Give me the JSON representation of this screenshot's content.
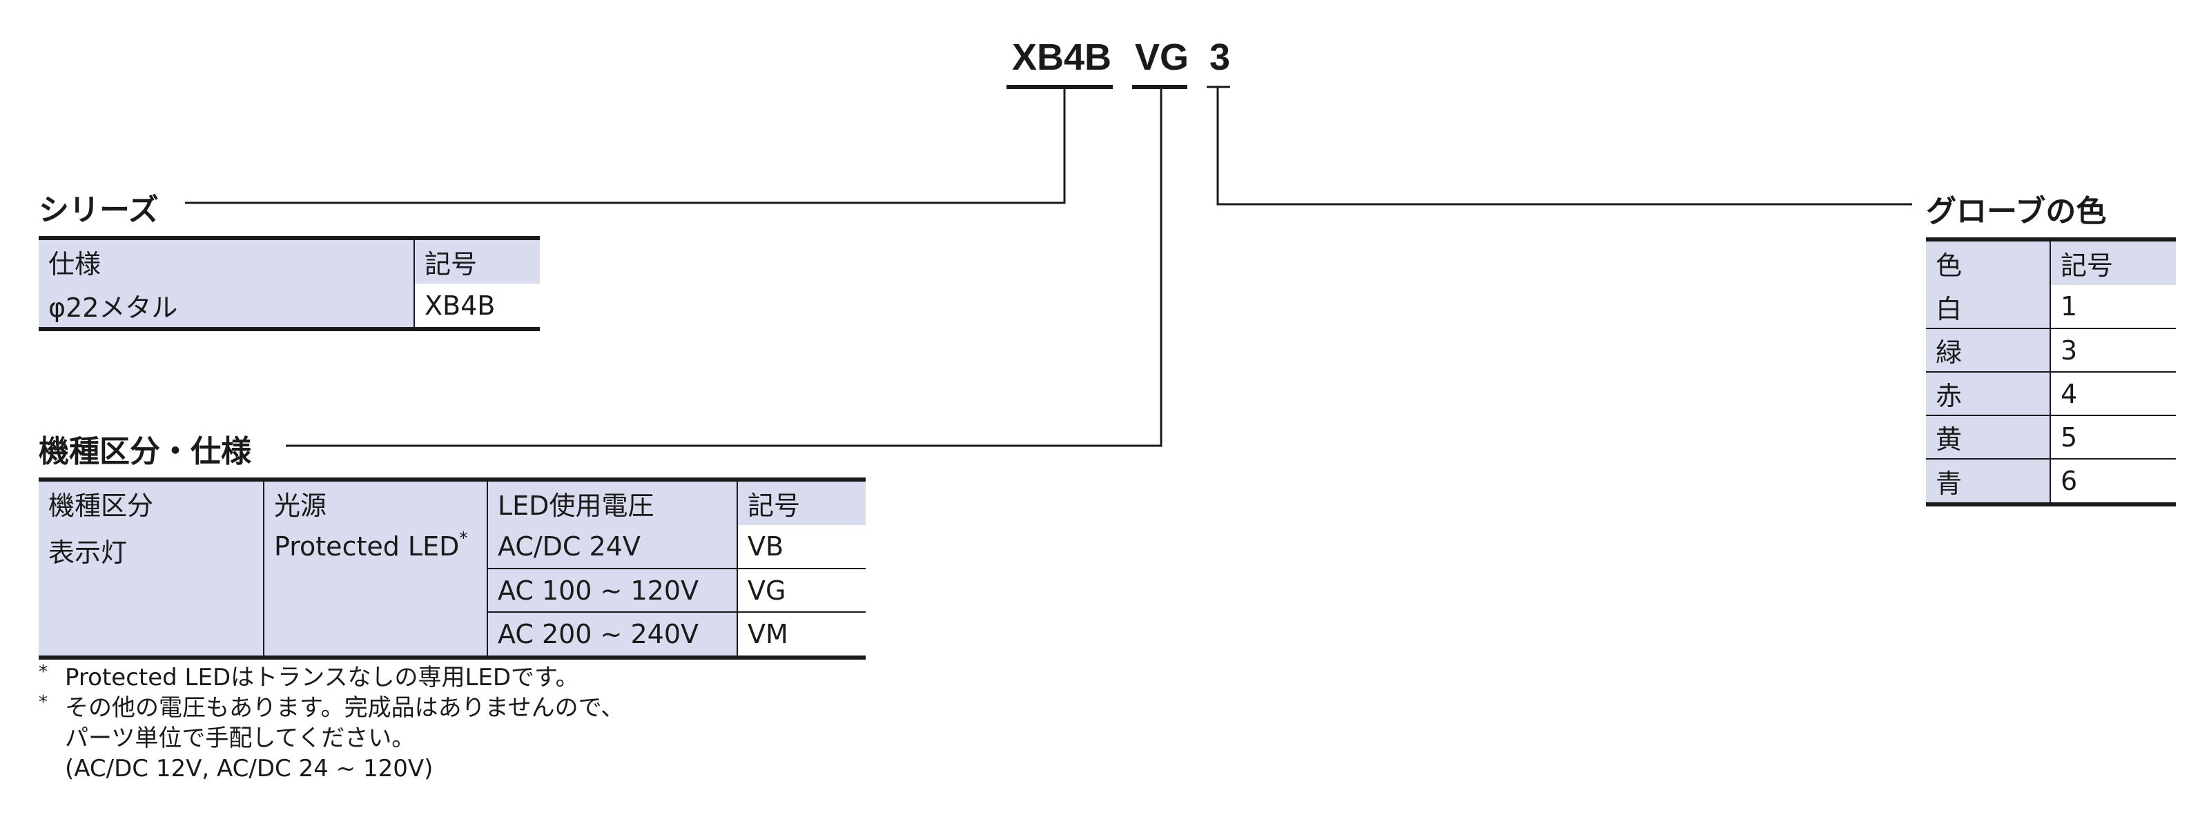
{
  "code": {
    "series": "XB4B",
    "type": "VG",
    "color": "3"
  },
  "series_section": {
    "title": "シリーズ",
    "headers": [
      "仕様",
      "記号"
    ],
    "rows": [
      [
        "φ22メタル",
        "XB4B"
      ]
    ]
  },
  "type_section": {
    "title": "機種区分・仕様",
    "headers": [
      "機種区分",
      "光源",
      "LED使用電圧",
      "記号"
    ],
    "category": "表示灯",
    "light_source": "Protected LED",
    "light_source_mark": "*",
    "rows": [
      [
        "AC/DC 24V",
        "VB"
      ],
      [
        "AC 100 ~ 120V",
        "VG"
      ],
      [
        "AC 200 ~ 240V",
        "VM"
      ]
    ]
  },
  "color_section": {
    "title": "グローブの色",
    "headers": [
      "色",
      "記号"
    ],
    "rows": [
      [
        "白",
        "1"
      ],
      [
        "緑",
        "3"
      ],
      [
        "赤",
        "4"
      ],
      [
        "黄",
        "5"
      ],
      [
        "青",
        "6"
      ]
    ]
  },
  "notes": [
    {
      "mark": "*",
      "lines": [
        "Protected LEDはトランスなしの専用LEDです。"
      ]
    },
    {
      "mark": "*",
      "lines": [
        "その他の電圧もあります。完成品はありませんので、",
        "パーツ単位で手配してください。",
        "(AC/DC 12V, AC/DC 24 ~ 120V)"
      ]
    }
  ],
  "colors": {
    "header_fill": "#d9dcee",
    "rule": "#1a1a1a"
  }
}
